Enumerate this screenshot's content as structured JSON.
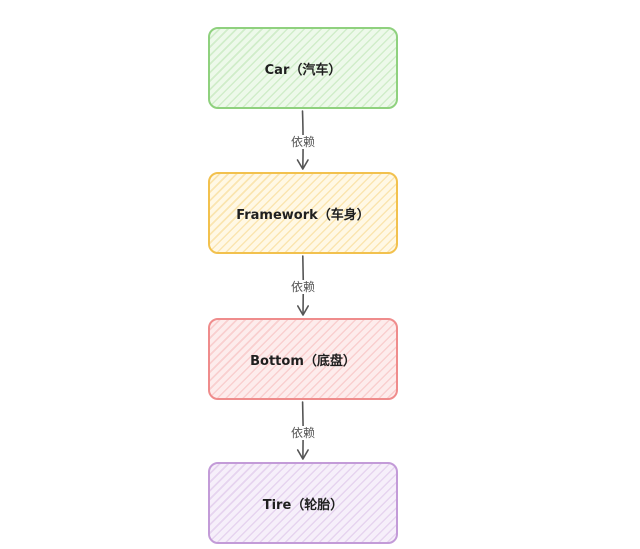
{
  "diagram": {
    "nodes": [
      {
        "id": "car",
        "label": "Car（汽车）",
        "border_color": "#8fd17e",
        "fill_color": "#edf9ea"
      },
      {
        "id": "framework",
        "label": "Framework（车身）",
        "border_color": "#f2c14e",
        "fill_color": "#fff8e5"
      },
      {
        "id": "bottom",
        "label": "Bottom（底盘）",
        "border_color": "#ef8c8c",
        "fill_color": "#fdecec"
      },
      {
        "id": "tire",
        "label": "Tire（轮胎）",
        "border_color": "#c39bd8",
        "fill_color": "#f6effa"
      }
    ],
    "edges": [
      {
        "from": "car",
        "to": "framework",
        "label": "依赖"
      },
      {
        "from": "framework",
        "to": "bottom",
        "label": "依赖"
      },
      {
        "from": "bottom",
        "to": "tire",
        "label": "依赖"
      }
    ],
    "arrow_color": "#555555"
  }
}
